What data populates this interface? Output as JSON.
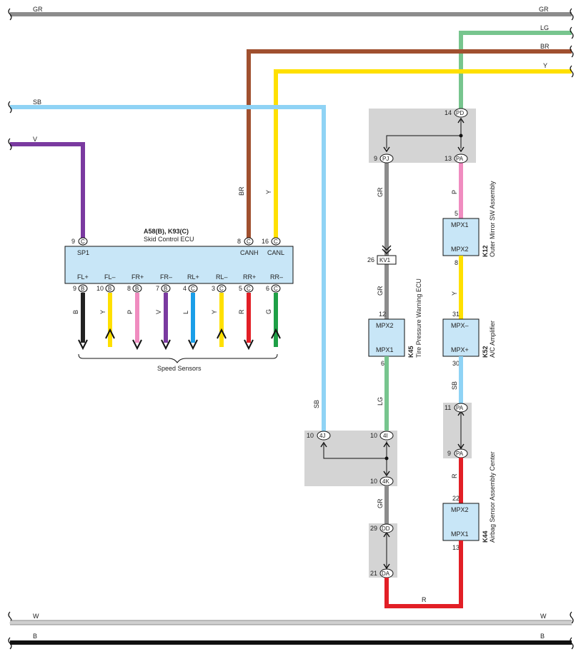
{
  "wires": {
    "gr_top": "GR",
    "lg_top": "LG",
    "br_top": "BR",
    "y_top": "Y",
    "sb_left": "SB",
    "v_left": "V",
    "br_vert": "BR",
    "y_vert": "Y",
    "gr_kv1_upper": "GR",
    "p_k12": "P",
    "gr_kv1_lower": "GR",
    "y_k52": "Y",
    "lg_k45": "LG",
    "sb_right": "SB",
    "sb_k52": "SB",
    "r_k44": "R",
    "gr_dd": "GR",
    "r_bottom": "R",
    "w_bottom": "W",
    "b_bottom": "B"
  },
  "ecu": {
    "title": "A58(B), K93(C)",
    "subtitle": "Skid Control ECU",
    "top_pins": [
      {
        "num": "9",
        "conn": "C",
        "label": "SP1"
      },
      {
        "num": "8",
        "conn": "C",
        "label": "CANH"
      },
      {
        "num": "16",
        "conn": "C",
        "label": "CANL"
      }
    ],
    "bottom_pins": [
      {
        "num": "9",
        "conn": "B",
        "label": "FL+",
        "wire": "B",
        "color": "#222222",
        "dir": "down"
      },
      {
        "num": "10",
        "conn": "B",
        "label": "FL–",
        "wire": "Y",
        "color": "#ffe000",
        "dir": "up"
      },
      {
        "num": "8",
        "conn": "B",
        "label": "FR+",
        "wire": "P",
        "color": "#f08cc0",
        "dir": "down"
      },
      {
        "num": "7",
        "conn": "B",
        "label": "FR–",
        "wire": "V",
        "color": "#7a3aa0",
        "dir": "down"
      },
      {
        "num": "4",
        "conn": "C",
        "label": "RL+",
        "wire": "L",
        "color": "#1a9ee8",
        "dir": "down"
      },
      {
        "num": "3",
        "conn": "C",
        "label": "RL–",
        "wire": "Y",
        "color": "#ffe000",
        "dir": "up"
      },
      {
        "num": "5",
        "conn": "C",
        "label": "RR+",
        "wire": "R",
        "color": "#e21f26",
        "dir": "down"
      },
      {
        "num": "6",
        "conn": "C",
        "label": "RR–",
        "wire": "G",
        "color": "#1ea046",
        "dir": "up"
      }
    ],
    "speed_sensors": "Speed Sensors"
  },
  "junctions": {
    "pd_14": {
      "num": "14",
      "code": "PD"
    },
    "pj_9": {
      "num": "9",
      "code": "PJ"
    },
    "pa_13": {
      "num": "13",
      "code": "PA"
    },
    "kv1_26": {
      "num": "26",
      "code": "KV1"
    },
    "pa_11": {
      "num": "11",
      "code": "PA"
    },
    "pa_9": {
      "num": "9",
      "code": "PA"
    },
    "j4j_10": {
      "num": "10",
      "code": "4J"
    },
    "j4i_10": {
      "num": "10",
      "code": "4I"
    },
    "j4k_10": {
      "num": "10",
      "code": "4K"
    },
    "dd_29": {
      "num": "29",
      "code": "DD"
    },
    "da_21": {
      "num": "21",
      "code": "DA"
    }
  },
  "components": {
    "k12": {
      "code": "K12",
      "name": "Outer Mirror SW Assembly",
      "pin_top": "MPX1",
      "pin_bottom": "MPX2",
      "num_top": "5",
      "num_bottom": "8"
    },
    "k45": {
      "code": "K45",
      "name": "Tire Pressure Warning ECU",
      "pin_top": "MPX2",
      "pin_bottom": "MPX1",
      "num_top": "12",
      "num_bottom": "6"
    },
    "k52": {
      "code": "K52",
      "name": "A/C Amplifier",
      "pin_top": "MPX–",
      "pin_bottom": "MPX+",
      "num_top": "31",
      "num_bottom": "30"
    },
    "k44": {
      "code": "K44",
      "name": "Airbag Sensor Assembly Center",
      "pin_top": "MPX2",
      "pin_bottom": "MPX1",
      "num_top": "22",
      "num_bottom": "13"
    }
  },
  "colors": {
    "GR": "#8c8c8c",
    "LG": "#77c58e",
    "BR": "#a0502f",
    "Y": "#ffe000",
    "SB": "#8fd3f5",
    "V": "#7a3aa0",
    "P": "#f08cc0",
    "R": "#e21f26",
    "W": "#d9d9d9",
    "B": "#111111",
    "box": "#c8e6f7",
    "junction_bg": "#d4d4d4"
  }
}
